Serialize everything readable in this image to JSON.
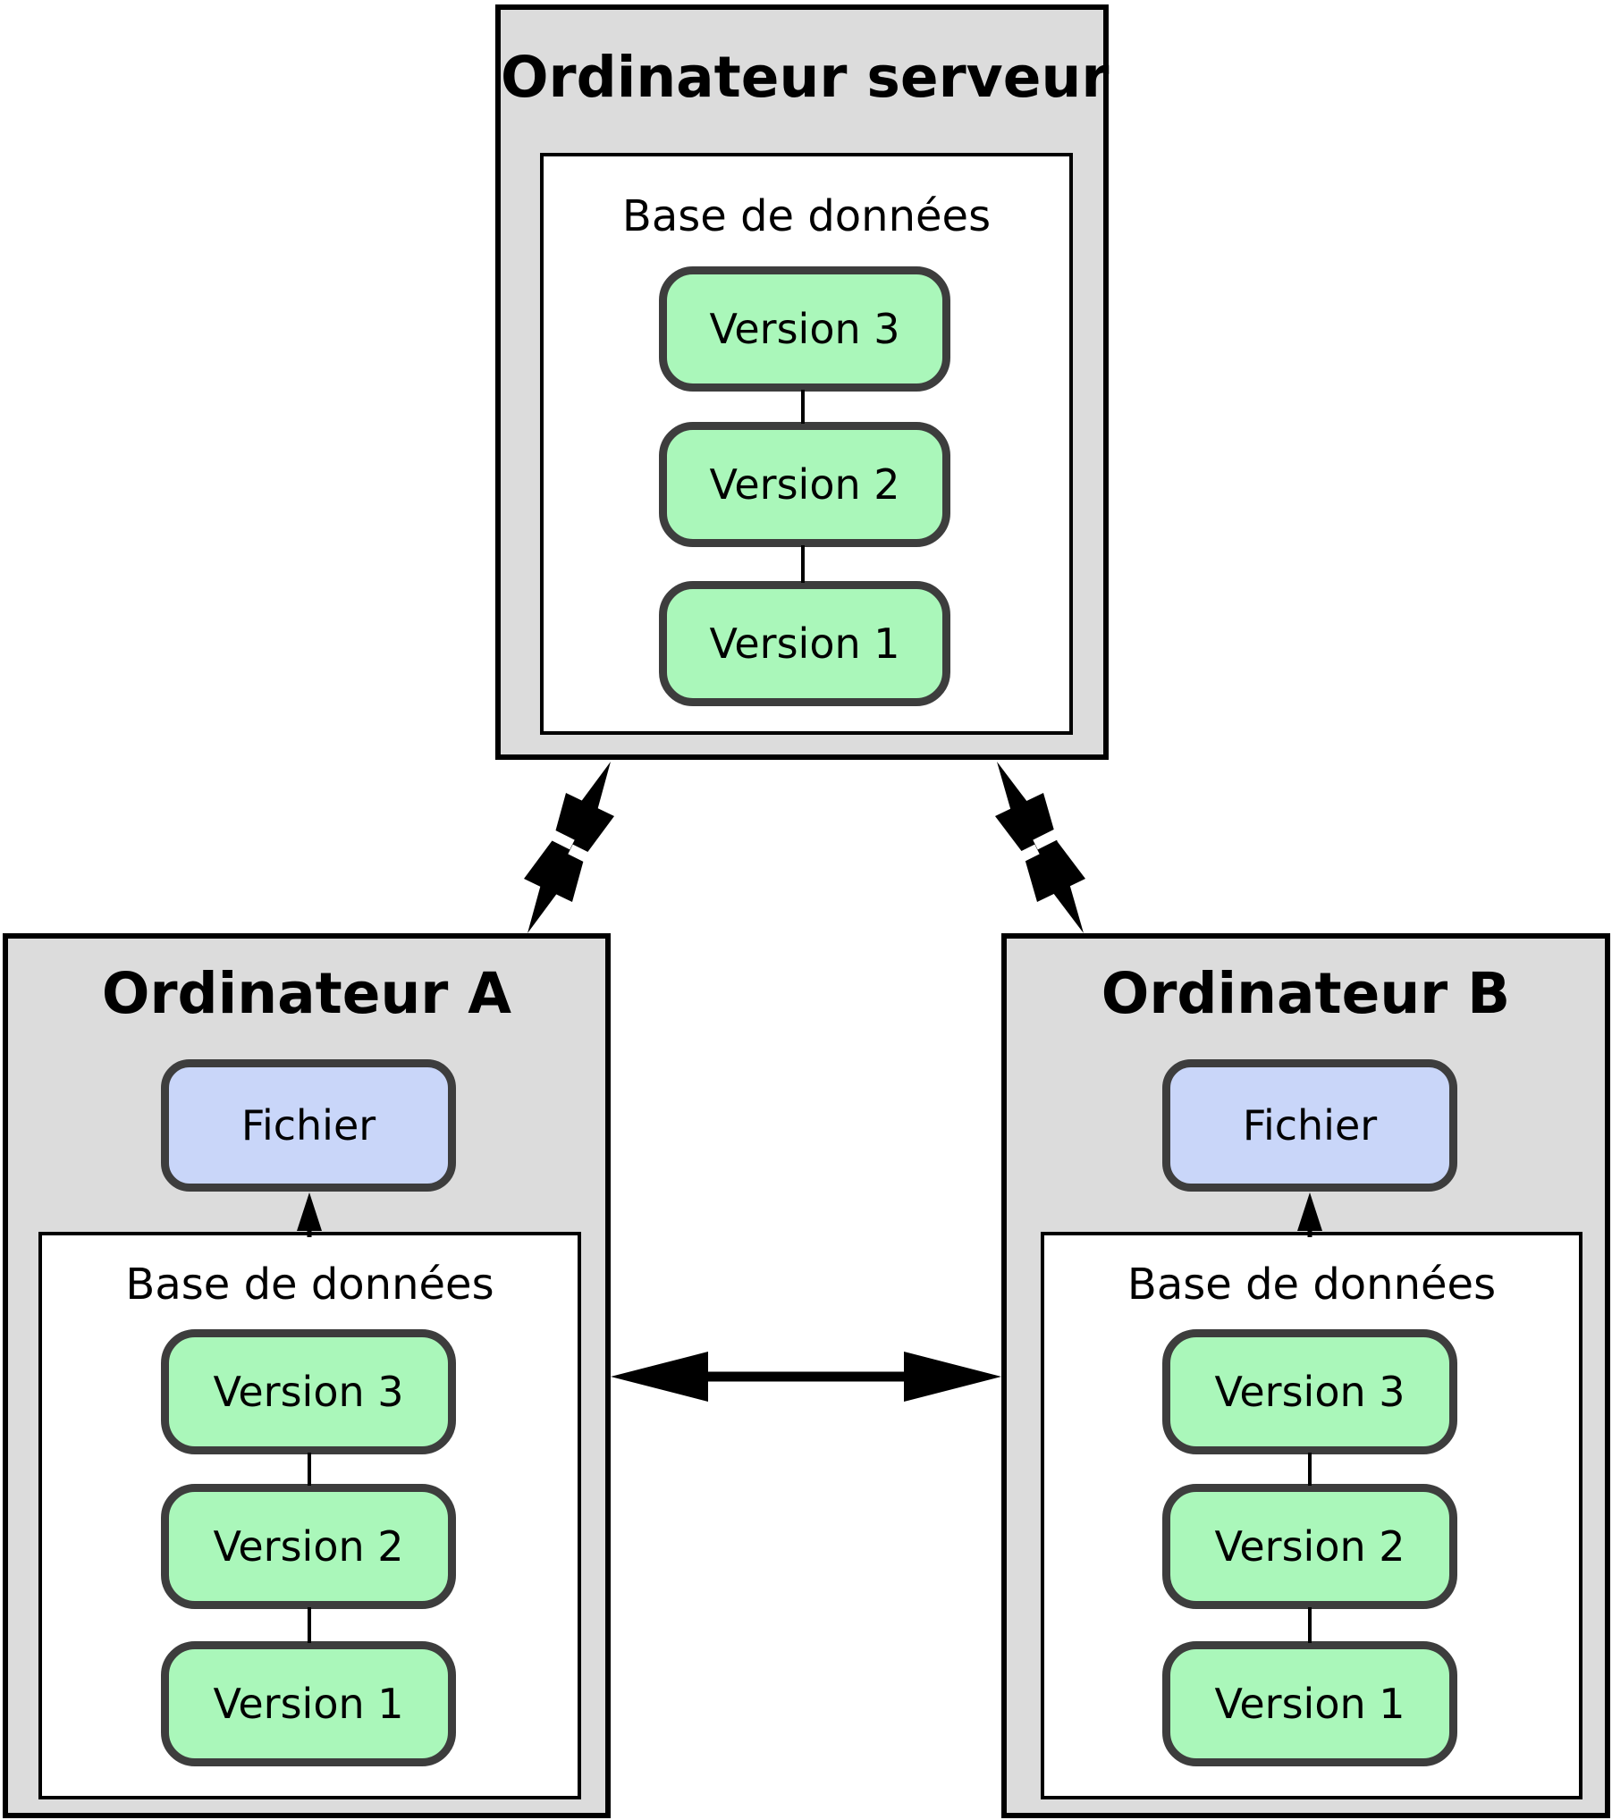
{
  "server": {
    "title": "Ordinateur serveur",
    "database_label": "Base de données",
    "versions": [
      "Version 3",
      "Version 2",
      "Version 1"
    ]
  },
  "computer_a": {
    "title": "Ordinateur A",
    "file_label": "Fichier",
    "database_label": "Base de données",
    "versions": [
      "Version 3",
      "Version 2",
      "Version 1"
    ]
  },
  "computer_b": {
    "title": "Ordinateur B",
    "file_label": "Fichier",
    "database_label": "Base de données",
    "versions": [
      "Version 3",
      "Version 2",
      "Version 1"
    ]
  },
  "colors": {
    "computer_box_bg": "#dcdcdc",
    "outline_black": "#000000",
    "database_box_bg": "#ffffff",
    "version_box_bg": "#aaf7ba",
    "version_box_border": "#3d3d3d",
    "file_box_bg": "#c9d6f9",
    "arrow_color": "#000000",
    "arrow_gap_color": "#ffffff"
  }
}
